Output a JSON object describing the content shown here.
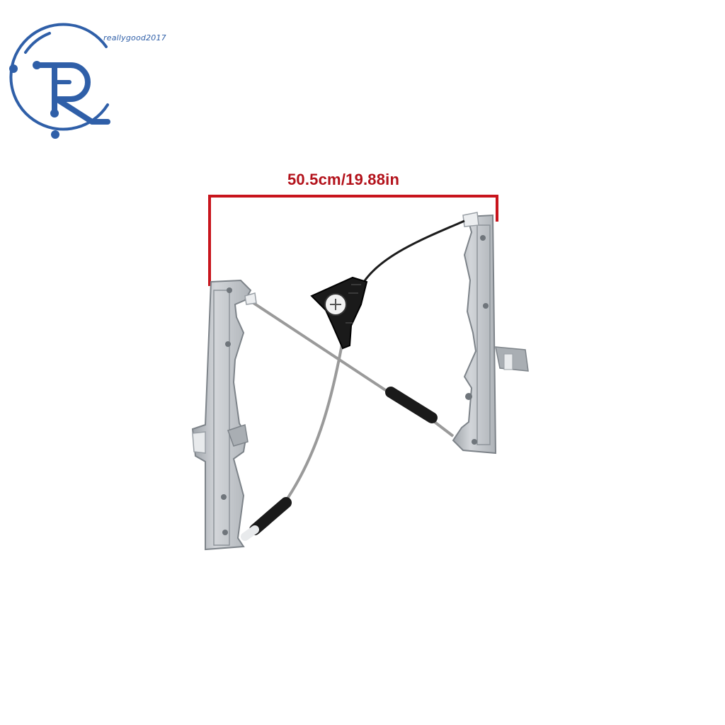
{
  "brand": {
    "name": "reallygood2017",
    "logo_letter": "R",
    "logo_color": "#2f5fa8"
  },
  "dimension": {
    "label": "50.5cm/19.88in",
    "color": "#c8141c"
  },
  "product": {
    "type": "window-regulator",
    "metal_color": "#c3c7cc",
    "cable_color": "#9a9a9a",
    "plastic_color": "#1a1a1a"
  }
}
